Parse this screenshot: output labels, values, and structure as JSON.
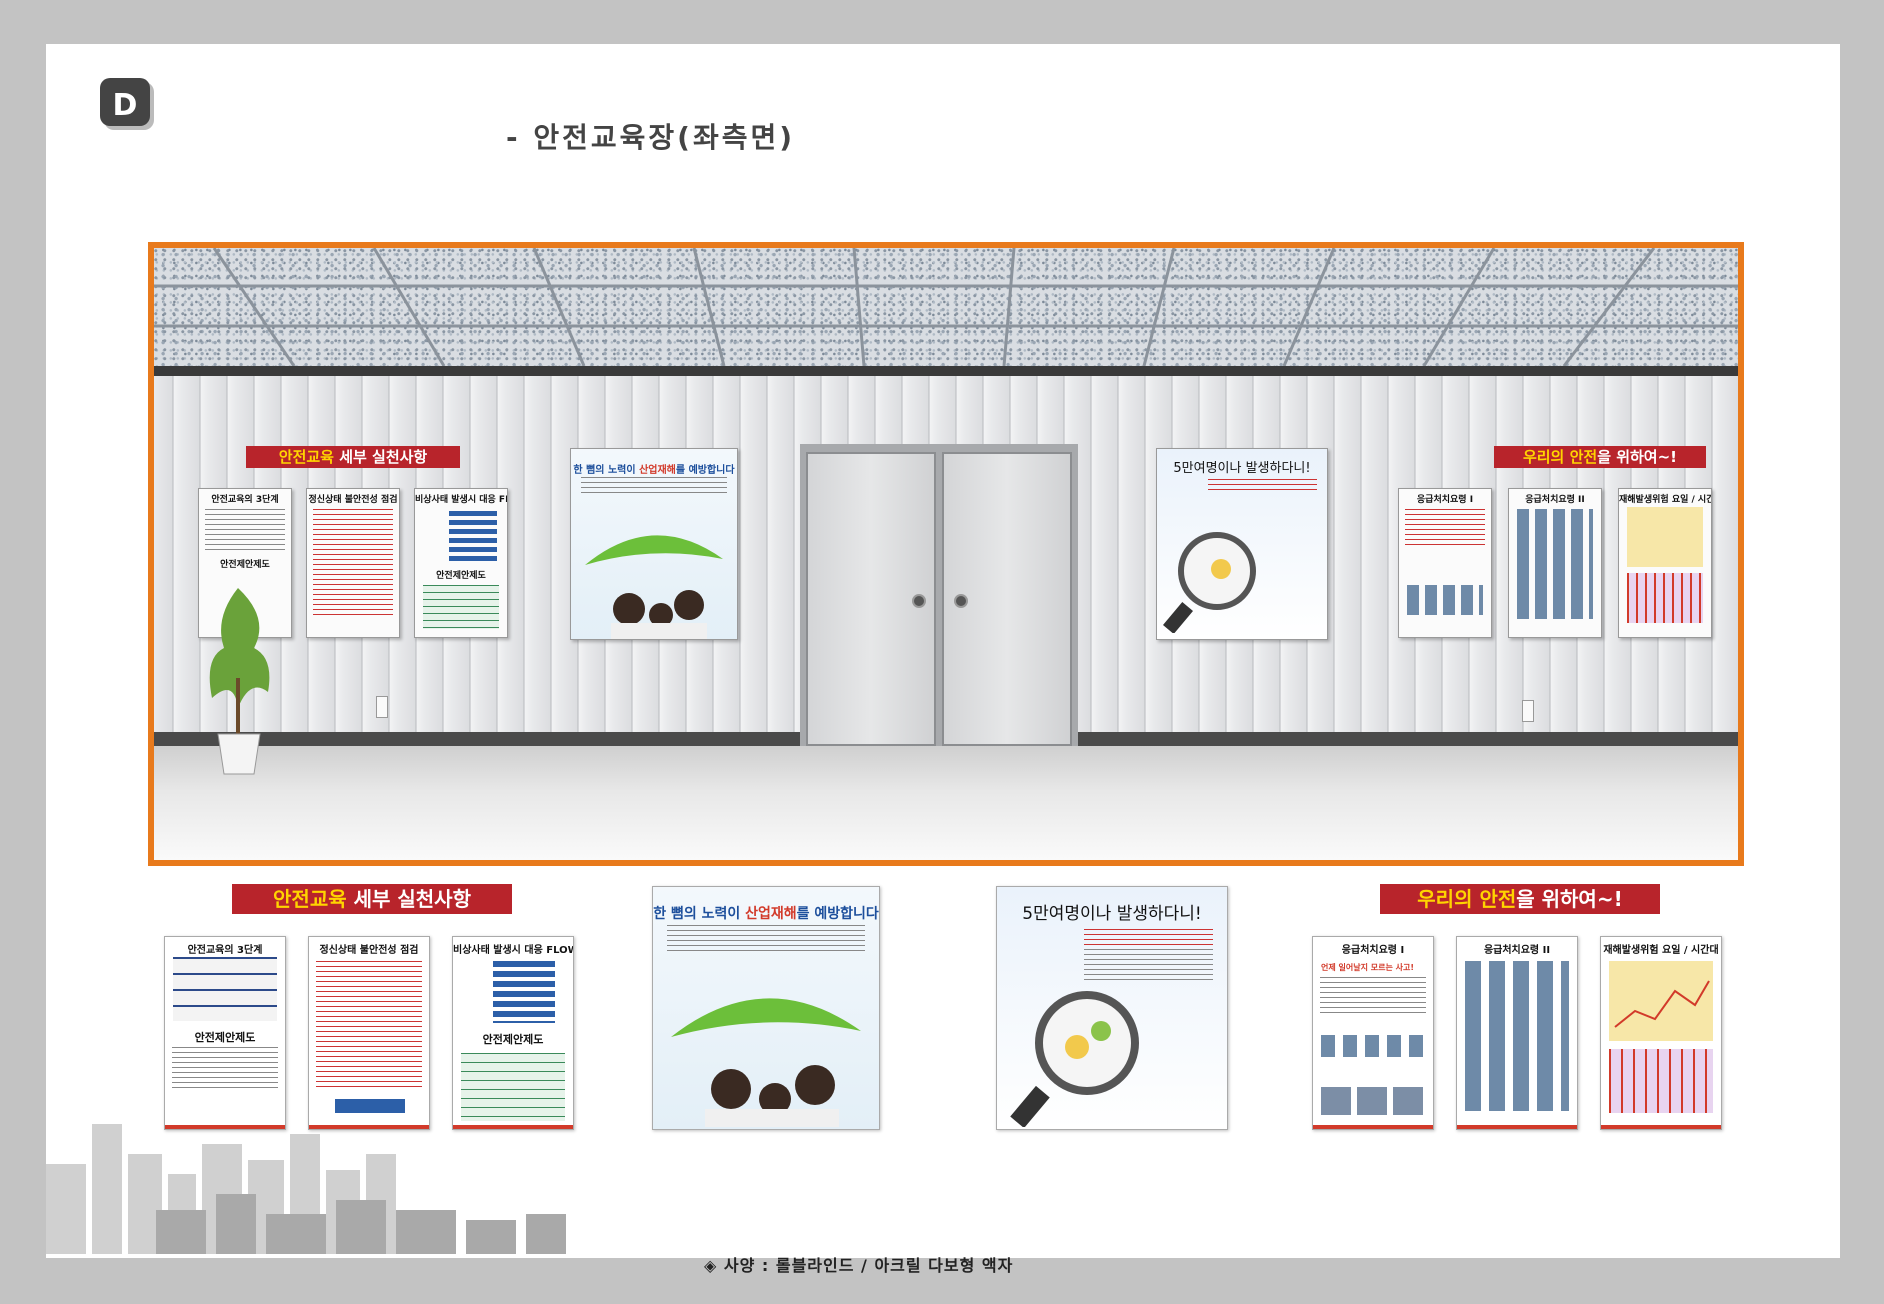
{
  "page": {
    "logo_letter": "D",
    "title": "- 안전교육장(좌측면)",
    "spec": "◈ 사양 : 롤블라인드 / 아크릴 다보형 액자"
  },
  "banners": {
    "left": {
      "highlight": "안전교육",
      "rest": " 세부 실천사항"
    },
    "right": {
      "highlight_1": "우리의 안전",
      "rest": "을 위하여~!"
    }
  },
  "posters": {
    "p1": {
      "title": "안전교육의 3단계",
      "subtitle": "안전제안제도"
    },
    "p2": {
      "title": "정신상태 불안전성 점검"
    },
    "p3": {
      "title": "비상사태 발생시 대응 FLOW",
      "subtitle": "안전제안제도"
    },
    "p4": {
      "title_a": "한 뼘의 노력",
      "title_b": "이 ",
      "title_c": "산업재해",
      "title_d": "를 예방합니다"
    },
    "p5": {
      "title": "5만여명이나 발생하다니!"
    },
    "p6": {
      "title": "응급처치요령 I",
      "line": "언제 일어날지 모르는 사고!"
    },
    "p7": {
      "title": "응급처치요령 II"
    },
    "p8": {
      "title": "재해발생위험 요일 / 시간대"
    }
  }
}
